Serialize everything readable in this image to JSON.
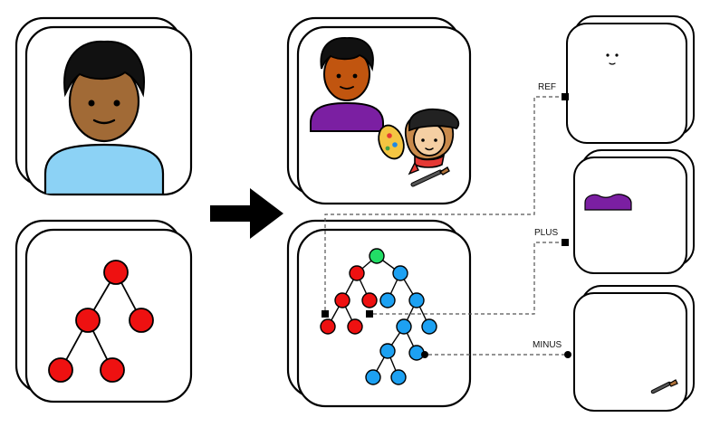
{
  "labels": {
    "ref": "REF",
    "plus": "PLUS",
    "minus": "MINUS"
  },
  "colors": {
    "tree_red": "#ee1111",
    "tree_blue": "#1da1f2",
    "tree_green": "#22dd66",
    "connector": "#555555",
    "shirt_purple": "#7b1fa2",
    "shirt_blue": "#8cd2f5",
    "skin_brown": "#a16a36",
    "skin_orange": "#c1550f",
    "hair": "#111111"
  },
  "icons": {
    "person_input": "man-emoji-icon",
    "person_output": "man-emoji-icon",
    "artist": "artist-emoji-icon",
    "ref_output": "face-fragment-icon",
    "plus_output": "shirt-fragment-icon",
    "minus_output": "paintbrush-icon",
    "arrow": "right-arrow-icon"
  }
}
